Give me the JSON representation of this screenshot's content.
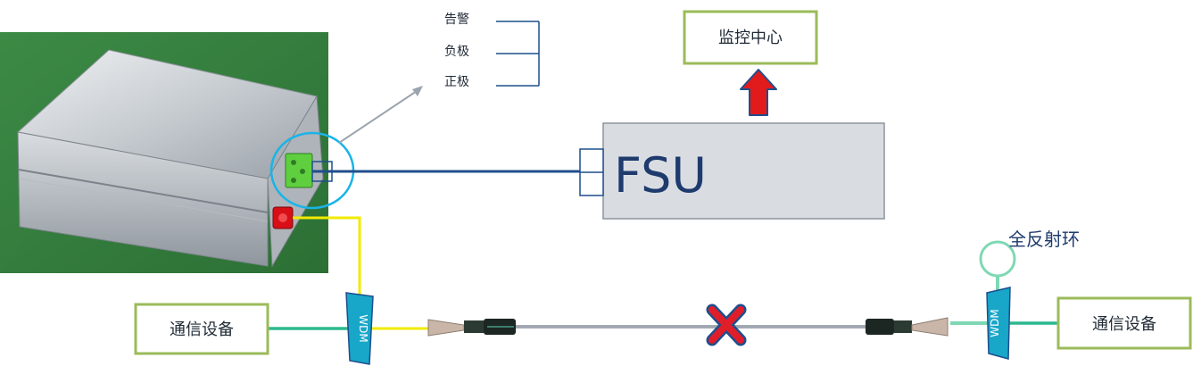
{
  "alarm_outputs": [
    "告警",
    "负极",
    "正极"
  ],
  "monitoring_center": "监控中心",
  "fsu_label": "FSU",
  "comm_device_left": "通信设备",
  "comm_device_right": "通信设备",
  "wdm_left": "WDM",
  "wdm_right": "WDM",
  "loop_label": "全反射环",
  "colors": {
    "box_border": "#9bbb59",
    "fsu_fill": "#d9dde2",
    "fsu_text": "#1f3b6d",
    "signal_line": "#1f4e8c",
    "fiber_yellow": "#f2ea00",
    "fiber_grey": "#a2a9b3",
    "fiber_green": "#2db88f",
    "arrow_red": "#e11b1b",
    "arrow_outline": "#1f4e8c",
    "highlight_circle": "#19b4e8",
    "loop_circle": "#7fd8b4",
    "wdm_fill": "#18a6c9",
    "break_mark": "#e01e2a",
    "loop_label_color": "#1f3b6d"
  }
}
